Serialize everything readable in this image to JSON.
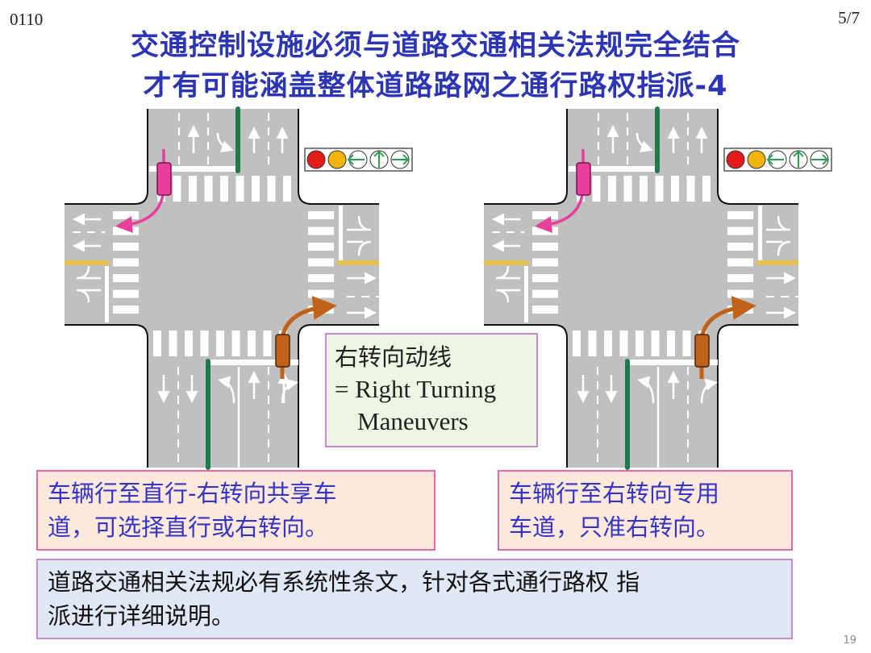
{
  "slide": {
    "code": "0110",
    "section": "5/7",
    "page_number": "19",
    "title_lines": [
      "交通控制设施必须与道路交通相关法规完全结合",
      "才有可能涵盖整体道路路网之通行路权指派-4"
    ]
  },
  "legend_box": {
    "line1": "右转向动线",
    "line2": "= Right Turning",
    "line3": "Maneuvers"
  },
  "left_caption": {
    "line1": "车辆行至直行-右转向共享车",
    "line2": "道，可选择直行或右转向。"
  },
  "right_caption": {
    "line1": "车辆行至右转向专用",
    "line2": "车道，只准右转向。"
  },
  "bottom_note": {
    "line1": "道路交通相关法规必有系统性条文，针对各式通行路权 指",
    "line2": "派进行详细说明。"
  },
  "colors": {
    "title": "#2b35b5",
    "road": "#c0c0c0",
    "left_turn_car": "#e8409a",
    "right_turn_car": "#c0621a",
    "divider": "#1f7a4a",
    "center_line": "#e8c050"
  },
  "signals": [
    "red-light",
    "yellow-light",
    "green-left-arrow",
    "green-straight-arrow",
    "green-right-arrow"
  ]
}
